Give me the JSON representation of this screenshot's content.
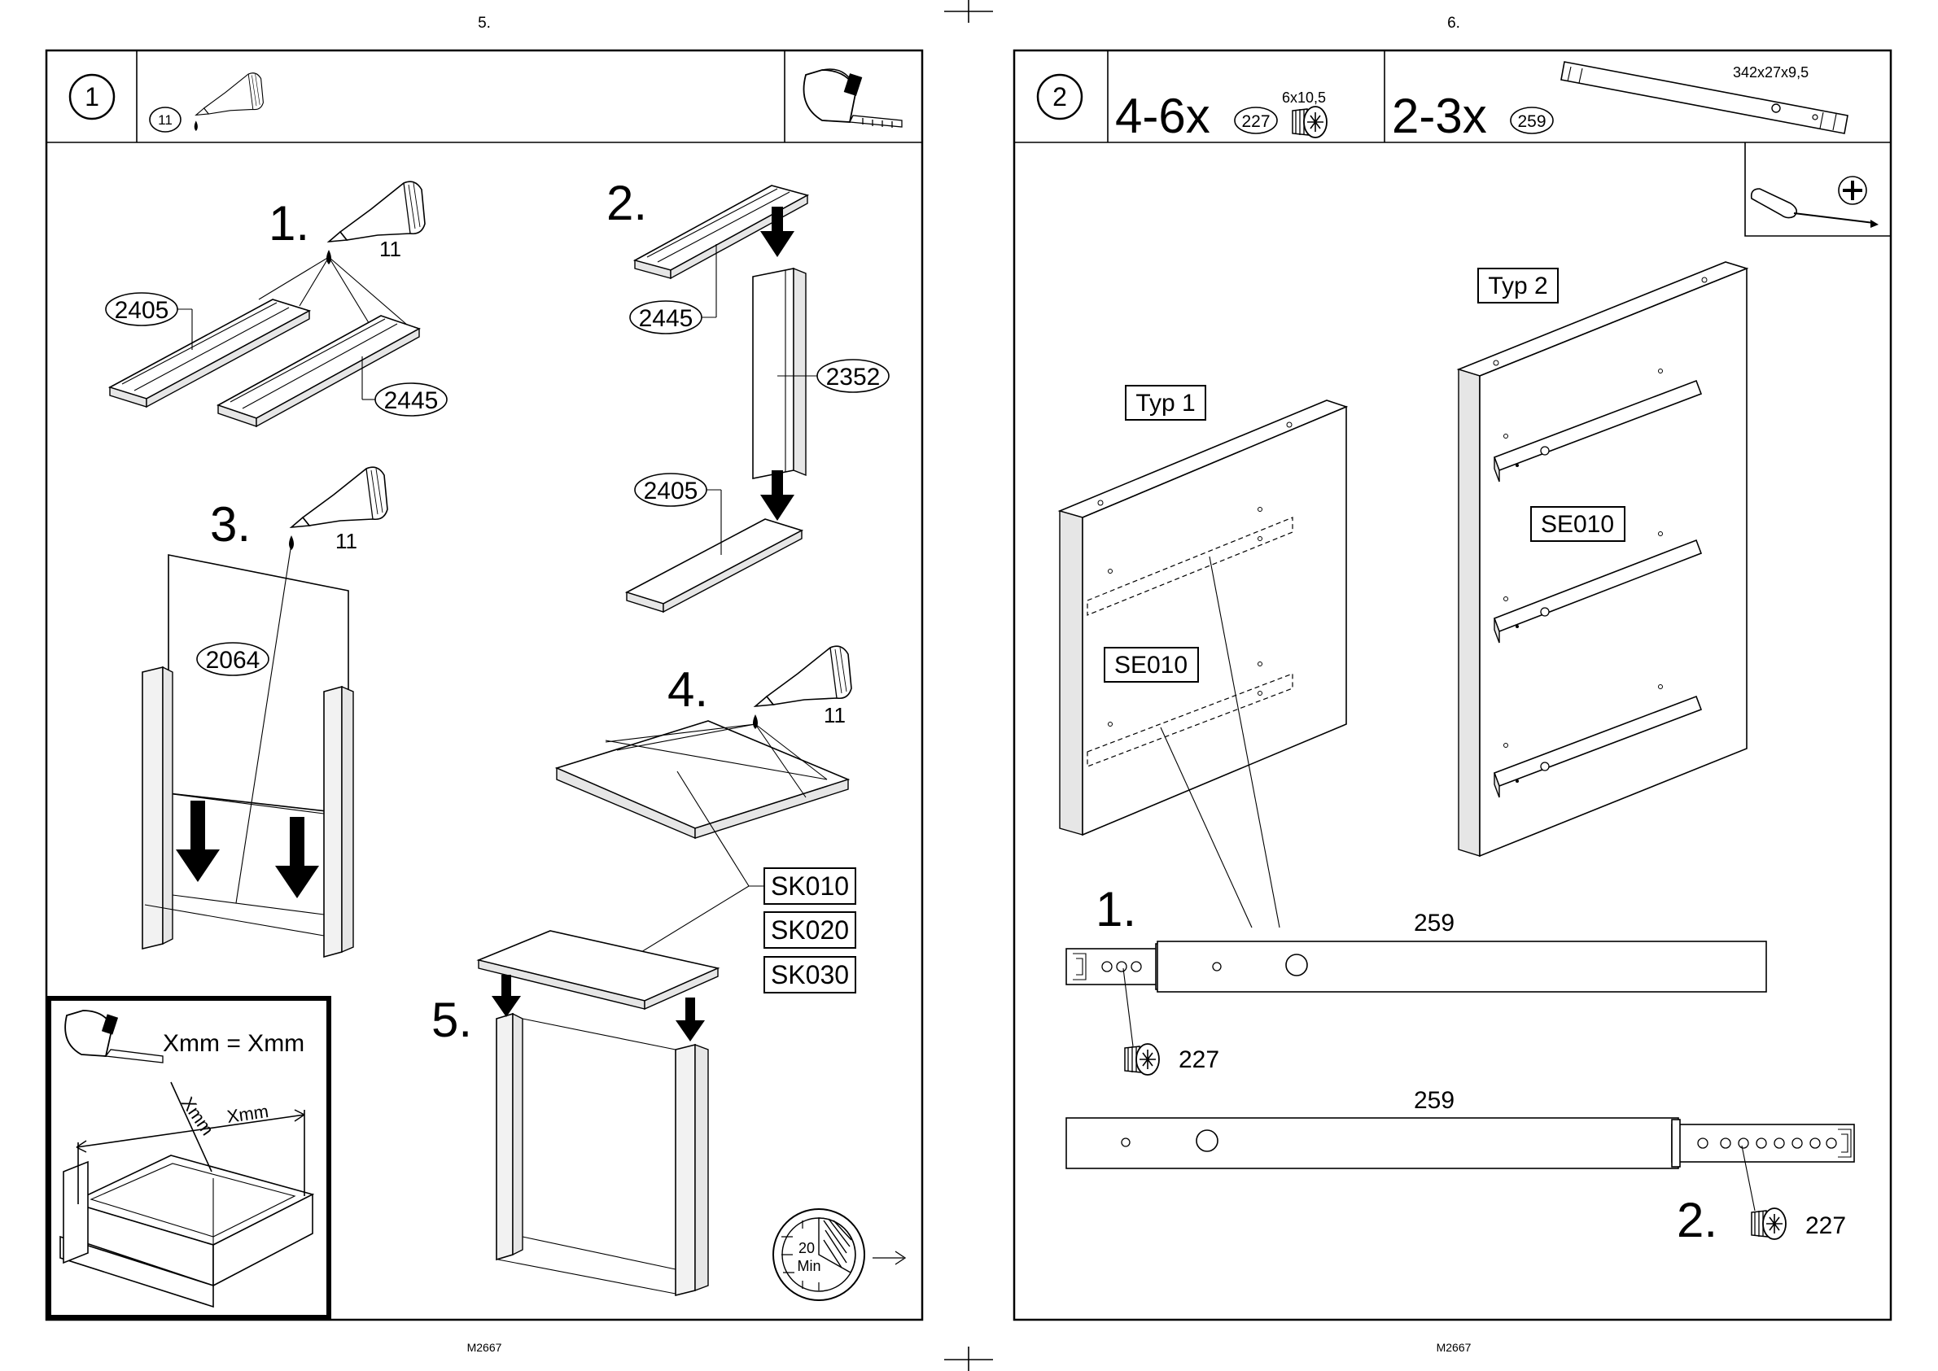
{
  "pages": [
    {
      "page_number": "5.",
      "footer": "M2667",
      "step_number": "1",
      "header": {
        "glue_part": "11"
      },
      "substeps": {
        "s1": {
          "label": "1.",
          "glue": "11",
          "part_a": "2405",
          "part_b": "2445"
        },
        "s2": {
          "label": "2.",
          "part_a": "2445",
          "part_b": "2352",
          "part_c": "2405"
        },
        "s3": {
          "label": "3.",
          "glue": "11",
          "part": "2064"
        },
        "s4": {
          "label": "4.",
          "glue": "11"
        },
        "s5": {
          "label": "5."
        }
      },
      "boxes": [
        "SK010",
        "SK020",
        "SK030"
      ],
      "inset": {
        "equation": "Xmm = Xmm",
        "diag_a": "Xmm",
        "diag_b": "Xmm"
      },
      "timer": {
        "value": "20",
        "unit": "Min"
      }
    },
    {
      "page_number": "6.",
      "footer": "M2667",
      "step_number": "2",
      "header": {
        "screw_qty": "4-6x",
        "screw_part": "227",
        "screw_size": "6x10,5",
        "rail_qty": "2-3x",
        "rail_part": "259",
        "rail_size": "342x27x9,5"
      },
      "panels": {
        "typ1": "Typ 1",
        "typ2": "Typ 2",
        "se_a": "SE010",
        "se_b": "SE010"
      },
      "detail": {
        "d1": {
          "label": "1.",
          "rail": "259",
          "screw": "227"
        },
        "d2": {
          "label": "2.",
          "rail": "259",
          "screw": "227"
        }
      }
    }
  ]
}
